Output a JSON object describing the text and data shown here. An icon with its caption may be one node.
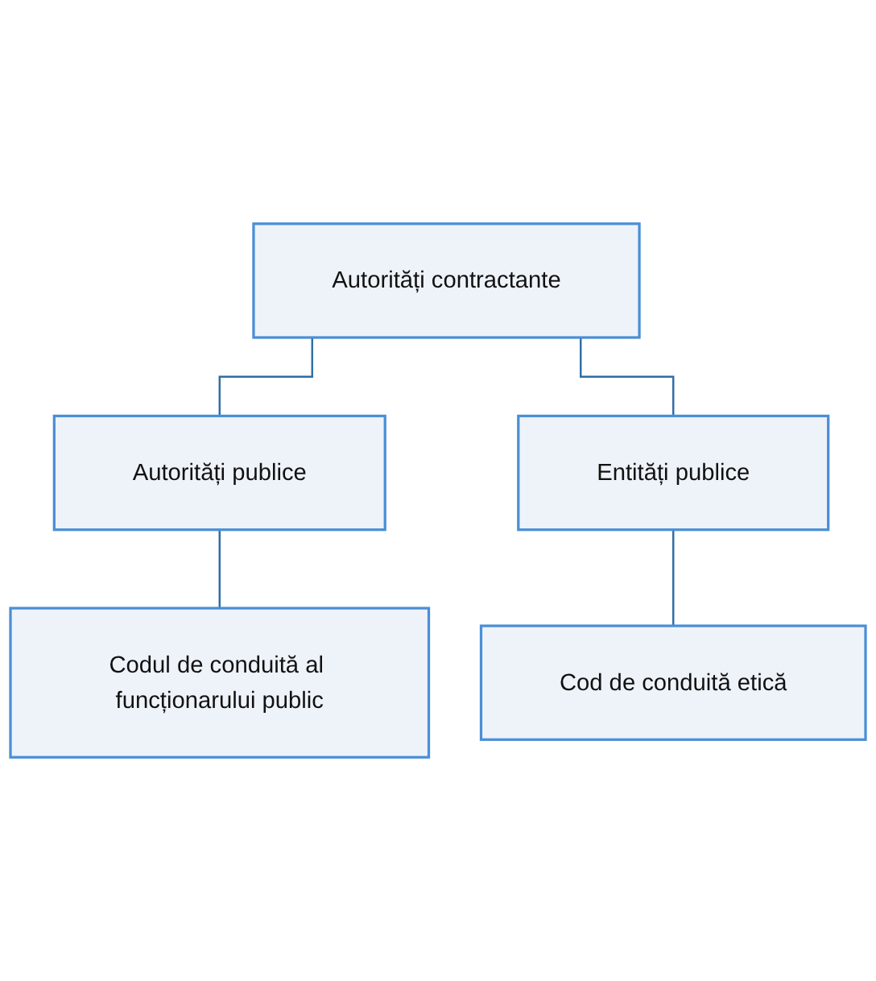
{
  "diagram": {
    "nodes": [
      {
        "text": [
          "Autorități contractante"
        ]
      },
      {
        "text": [
          "Autorități publice"
        ]
      },
      {
        "text": [
          "Entități publice"
        ]
      },
      {
        "text": [
          "Codul de conduită al funcționarului public"
        ]
      },
      {
        "text": [
          "Cod de conduită etică"
        ]
      }
    ],
    "edges": [
      {
        "from": 0,
        "to": 1,
        "arrow": "none"
      },
      {
        "from": 0,
        "to": 2,
        "arrow": "none"
      },
      {
        "from": 1,
        "to": 3,
        "arrow": "none"
      },
      {
        "from": 2,
        "to": 4,
        "arrow": "none"
      }
    ]
  }
}
